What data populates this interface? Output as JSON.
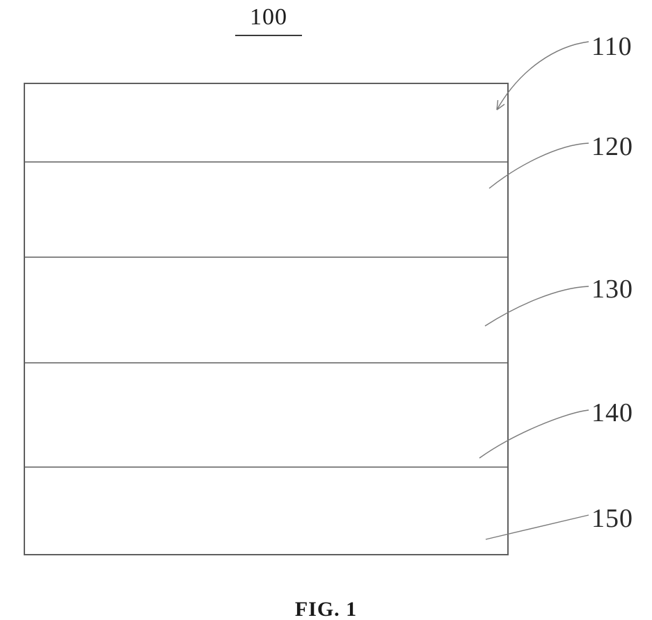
{
  "figure": {
    "title": "100",
    "caption": "FIG. 1",
    "labels": [
      {
        "id": "110",
        "text": "110"
      },
      {
        "id": "120",
        "text": "120"
      },
      {
        "id": "130",
        "text": "130"
      },
      {
        "id": "140",
        "text": "140"
      },
      {
        "id": "150",
        "text": "150"
      }
    ],
    "layer_count": 5,
    "colors": {
      "background": "#ffffff",
      "outline": "#5f5f5f",
      "leader_line": "#7a7a7a",
      "text": "#1a1a1a"
    }
  }
}
